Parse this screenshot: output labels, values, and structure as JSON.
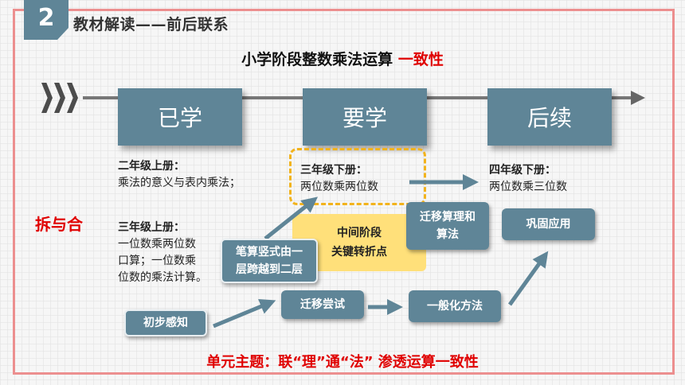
{
  "header": {
    "section_number": "2",
    "section_title": "教材解读——前后联系"
  },
  "main_title": {
    "text": "小学阶段整数乘法运算",
    "accent": "一致性"
  },
  "stages": [
    {
      "label": "已学"
    },
    {
      "label": "要学"
    },
    {
      "label": "后续"
    }
  ],
  "learned": {
    "block1_title": "二年级上册：",
    "block1_text": "乘法的意义与表内乘法；",
    "block2_title": "三年级上册：",
    "block2_lines": [
      "一位数乘两位数",
      "口算；一位数乘",
      "位数的乘法计算。"
    ]
  },
  "to_learn": {
    "title": "三年级下册：",
    "text": "两位数乘两位数"
  },
  "future": {
    "title": "四年级下册：",
    "text": "两位数乘三位数"
  },
  "side_label": "拆与合",
  "center_box": {
    "line1": "中间阶段",
    "line2": "关键转折点"
  },
  "nodes": {
    "initial": "初步感知",
    "vertical_line1": "笔算竖式由一",
    "vertical_line2": "层跨越到二层",
    "transfer_try": "迁移尝试",
    "generalize": "一般化方法",
    "transfer_logic_line1": "迁移算理和",
    "transfer_logic_line2": "算法",
    "consolidate": "巩固应用"
  },
  "bottom_theme": "单元主题：联“理”通“法”  渗透运算一致性",
  "colors": {
    "accent": "#e00000",
    "node_fill": "#5f8597",
    "highlight": "#ffe07a",
    "dashed_border": "#f2b31c",
    "frame": "#ec8f8f"
  }
}
